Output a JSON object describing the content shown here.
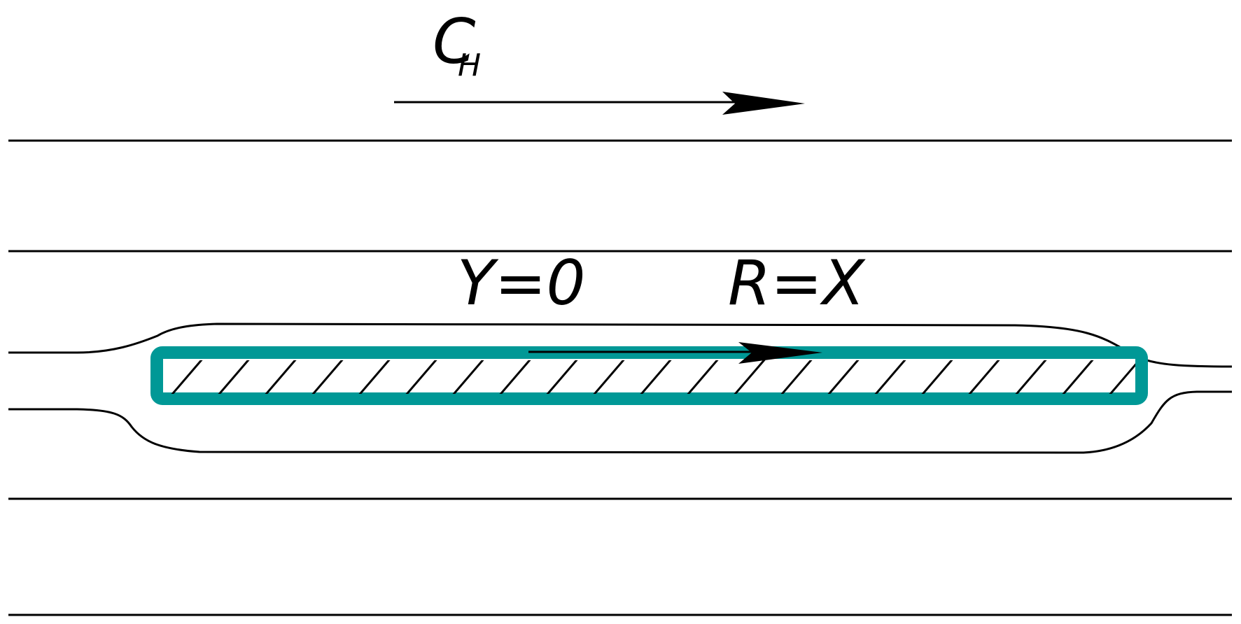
{
  "diagram": {
    "free_stream_label": "C",
    "free_stream_subscript": "H",
    "lift_label": "Y=0",
    "drag_label": "R=X"
  },
  "colors": {
    "plate_border": "#009896",
    "ink": "#000000",
    "background": "#ffffff"
  }
}
